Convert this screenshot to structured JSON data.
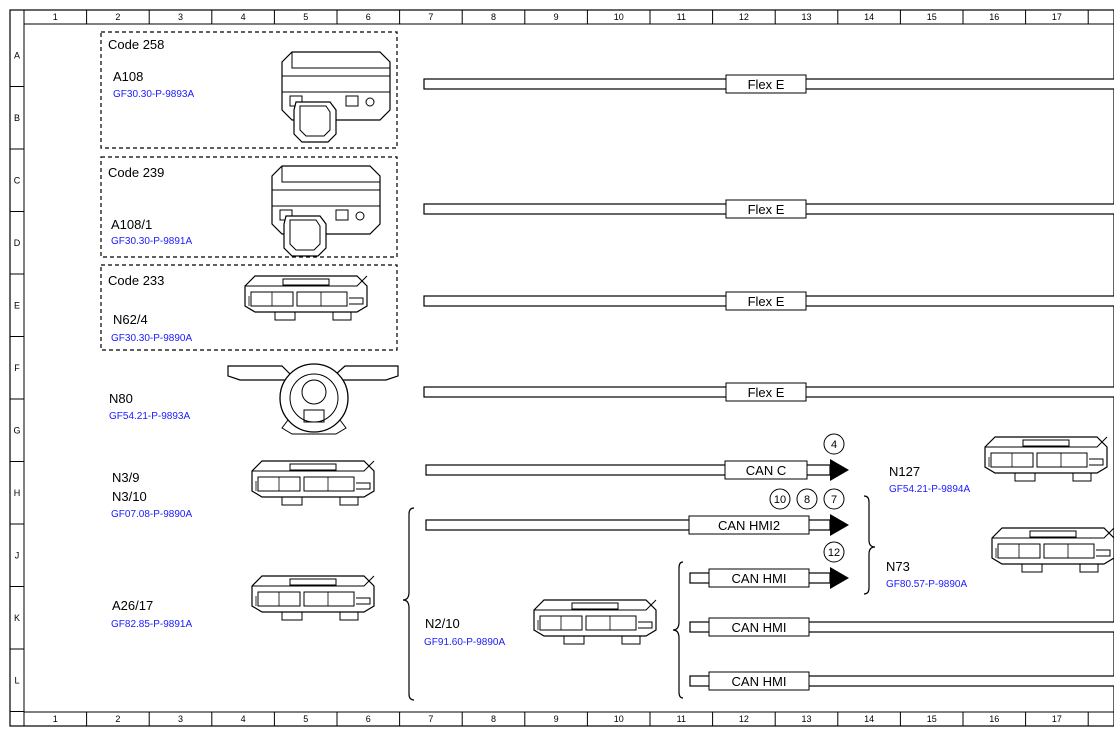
{
  "grid": {
    "columns": [
      "1",
      "2",
      "3",
      "4",
      "5",
      "6",
      "7",
      "8",
      "9",
      "10",
      "11",
      "12",
      "13",
      "14",
      "15",
      "16",
      "17"
    ],
    "rows": [
      "A",
      "B",
      "C",
      "D",
      "E",
      "F",
      "G",
      "H",
      "J",
      "K",
      "L"
    ]
  },
  "optional_groups": [
    {
      "code": "Code 258",
      "designation": "A108",
      "ref": "GF30.30-P-9893A"
    },
    {
      "code": "Code 239",
      "designation": "A108/1",
      "ref": "GF30.30-P-9891A"
    },
    {
      "code": "Code 233",
      "designation": "N62/4",
      "ref": "GF30.30-P-9890A"
    }
  ],
  "components": {
    "n80": {
      "designation": "N80",
      "ref": "GF54.21-P-9893A"
    },
    "n3": {
      "designation_1": "N3/9",
      "designation_2": "N3/10",
      "ref": "GF07.08-P-9890A"
    },
    "a26": {
      "designation": "A26/17",
      "ref": "GF82.85-P-9891A"
    },
    "n2": {
      "designation": "N2/10",
      "ref": "GF91.60-P-9890A"
    },
    "n127": {
      "designation": "N127",
      "ref": "GF54.21-P-9894A"
    },
    "n73": {
      "designation": "N73",
      "ref": "GF80.57-P-9890A"
    }
  },
  "buses": [
    "Flex E",
    "Flex E",
    "Flex E",
    "Flex E",
    "CAN C",
    "CAN HMI2",
    "CAN HMI",
    "CAN HMI",
    "CAN HMI"
  ],
  "connector_numbers": [
    "4",
    "10",
    "8",
    "7",
    "12"
  ],
  "colors": {
    "reference_link": "#1a1aff",
    "line": "#000000"
  }
}
